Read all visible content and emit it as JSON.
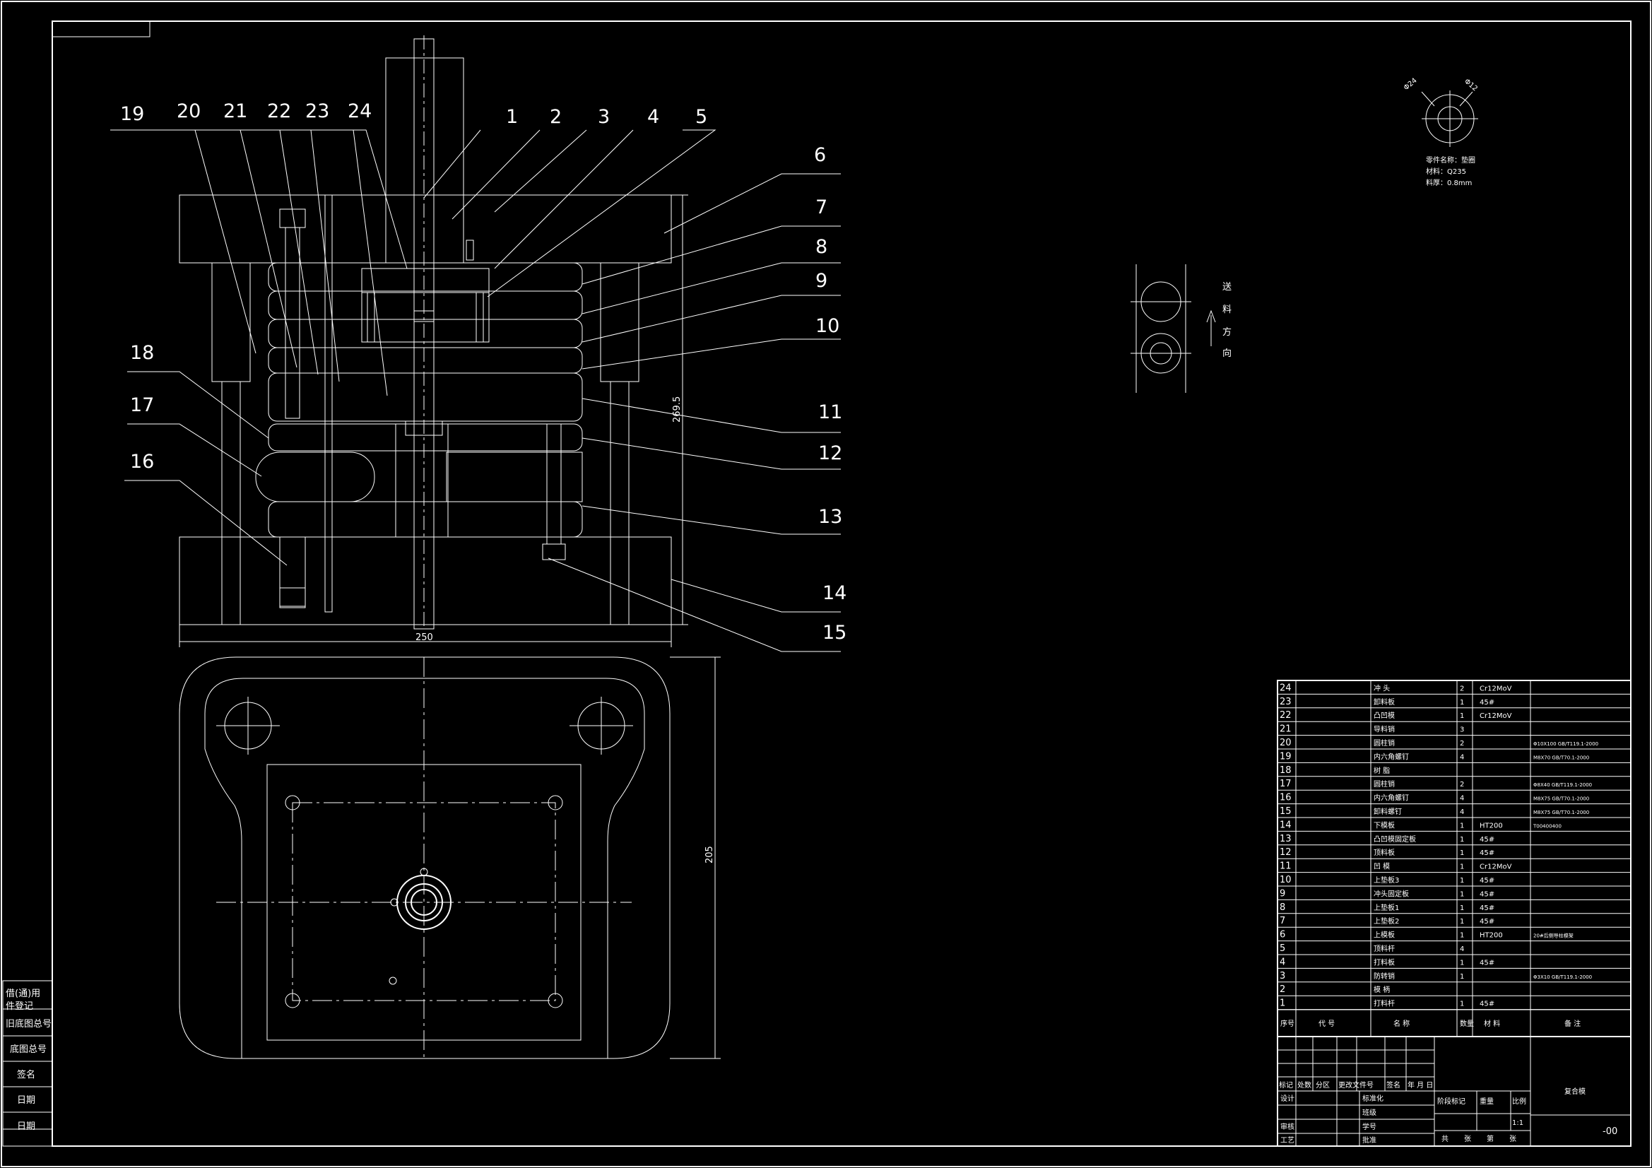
{
  "drawing": {
    "colors": {
      "background": "#000000",
      "line": "#ffffff",
      "hatch": "#bfbfbf"
    },
    "callouts_top": [
      "19",
      "20",
      "21",
      "22",
      "23",
      "24",
      "1",
      "2",
      "3",
      "4",
      "5"
    ],
    "callouts_right": [
      "6",
      "7",
      "8",
      "9",
      "10",
      "11",
      "12",
      "13",
      "14",
      "15"
    ],
    "callouts_left": [
      "18",
      "17",
      "16"
    ],
    "dim_width": "250",
    "dim_height": "269.5",
    "dim_depth": "205",
    "feed_direction": [
      "送",
      "料",
      "方",
      "向"
    ],
    "part_info": {
      "dim_outer": "Φ24",
      "dim_inner": "Φ12",
      "name": "零件名称：垫圈",
      "material": "材料：Q235",
      "thickness": "料厚：0.8mm"
    }
  },
  "left_strip": {
    "labels": [
      "借(通)用",
      "件登记",
      "旧底图总号",
      "底图总号",
      "签名",
      "日期",
      "日期"
    ]
  },
  "bom": {
    "rows": [
      {
        "no": "24",
        "name": "冲  头",
        "qty": "2",
        "mat": "Cr12MoV",
        "note": ""
      },
      {
        "no": "23",
        "name": "卸料板",
        "qty": "1",
        "mat": "45#",
        "note": ""
      },
      {
        "no": "22",
        "name": "凸凹模",
        "qty": "1",
        "mat": "Cr12MoV",
        "note": ""
      },
      {
        "no": "21",
        "name": "导料销",
        "qty": "3",
        "mat": "",
        "note": ""
      },
      {
        "no": "20",
        "name": "圆柱销",
        "qty": "2",
        "mat": "",
        "note": "Φ10X100 GB/T119.1-2000"
      },
      {
        "no": "19",
        "name": "内六角螺钉",
        "qty": "4",
        "mat": "",
        "note": "M8X70 GB/T70.1-2000"
      },
      {
        "no": "18",
        "name": "树  脂",
        "qty": "",
        "mat": "",
        "note": ""
      },
      {
        "no": "17",
        "name": "圆柱销",
        "qty": "2",
        "mat": "",
        "note": "Φ8X40 GB/T119.1-2000"
      },
      {
        "no": "16",
        "name": "内六角螺钉",
        "qty": "4",
        "mat": "",
        "note": "M8X75 GB/T70.1-2000"
      },
      {
        "no": "15",
        "name": "卸料螺钉",
        "qty": "4",
        "mat": "",
        "note": "M8X75 GB/T70.1-2000"
      },
      {
        "no": "14",
        "name": "下模板",
        "qty": "1",
        "mat": "HT200",
        "note": "T00400400"
      },
      {
        "no": "13",
        "name": "凸凹模固定板",
        "qty": "1",
        "mat": "45#",
        "note": ""
      },
      {
        "no": "12",
        "name": "顶料板",
        "qty": "1",
        "mat": "45#",
        "note": ""
      },
      {
        "no": "11",
        "name": "凹  模",
        "qty": "1",
        "mat": "Cr12MoV",
        "note": ""
      },
      {
        "no": "10",
        "name": "上垫板3",
        "qty": "1",
        "mat": "45#",
        "note": ""
      },
      {
        "no": "9",
        "name": "冲头固定板",
        "qty": "1",
        "mat": "45#",
        "note": ""
      },
      {
        "no": "8",
        "name": "上垫板1",
        "qty": "1",
        "mat": "45#",
        "note": ""
      },
      {
        "no": "7",
        "name": "上垫板2",
        "qty": "1",
        "mat": "45#",
        "note": ""
      },
      {
        "no": "6",
        "name": "上模板",
        "qty": "1",
        "mat": "HT200",
        "note": "20#后侧导柱模架"
      },
      {
        "no": "5",
        "name": "顶料杆",
        "qty": "4",
        "mat": "",
        "note": ""
      },
      {
        "no": "4",
        "name": "打料板",
        "qty": "1",
        "mat": "45#",
        "note": ""
      },
      {
        "no": "3",
        "name": "防转销",
        "qty": "1",
        "mat": "",
        "note": "Φ3X10 GB/T119.1-2000"
      },
      {
        "no": "2",
        "name": "模  柄",
        "qty": "",
        "mat": "",
        "note": ""
      },
      {
        "no": "1",
        "name": "打料杆",
        "qty": "1",
        "mat": "45#",
        "note": ""
      }
    ],
    "header": {
      "no": "序号",
      "code": "代  号",
      "name": "名  称",
      "qty": "数量",
      "mat": "材  料",
      "note": "备  注"
    }
  },
  "title_block": {
    "rev_row": [
      "标记",
      "处数",
      "分区",
      "更改文件号",
      "签名",
      "年 月 日"
    ],
    "sign_rows": [
      [
        "设计",
        "",
        "标准化"
      ],
      [
        "",
        "",
        "",
        "班级"
      ],
      [
        "审核",
        "",
        "学号"
      ],
      [
        "工艺",
        "",
        "批准"
      ]
    ],
    "stage_labels": [
      "阶段标记",
      "重量",
      "比例"
    ],
    "scale": "1:1",
    "sheets": [
      "共",
      "张",
      "第",
      "张"
    ],
    "drawing_name": "复合模",
    "drawing_no": "-00"
  }
}
